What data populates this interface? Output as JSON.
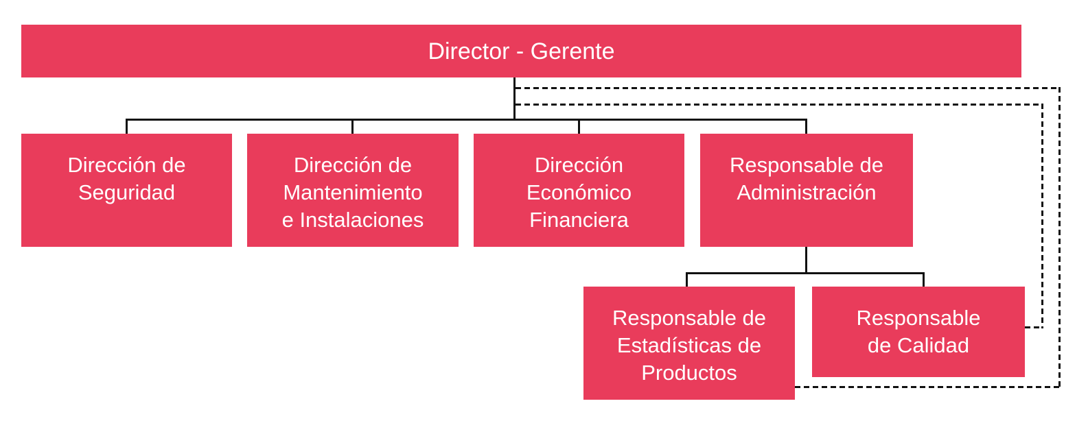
{
  "diagram": {
    "type": "organizational-chart",
    "colors": {
      "node_fill": "#E93C5B",
      "node_text": "#FFFFFF",
      "connector": "#111111",
      "background": "#FFFFFF"
    },
    "root": {
      "label": "Director - Gerente"
    },
    "level2": [
      {
        "label": "Dirección de Seguridad",
        "lines": [
          "Dirección de",
          "Seguridad"
        ],
        "reports_to": "Director - Gerente",
        "link_style": "solid"
      },
      {
        "label": "Dirección de Mantenimiento e Instalaciones",
        "lines": [
          "Dirección de",
          "Mantenimiento",
          "e Instalaciones"
        ],
        "reports_to": "Director - Gerente",
        "link_style": "solid"
      },
      {
        "label": "Dirección Económico Financiera",
        "lines": [
          "Dirección",
          "Económico",
          "Financiera"
        ],
        "reports_to": "Director - Gerente",
        "link_style": "solid"
      },
      {
        "label": "Responsable de Administración",
        "lines": [
          "Responsable de",
          "Administración"
        ],
        "reports_to": "Director - Gerente",
        "link_style": "solid"
      }
    ],
    "level3": [
      {
        "label": "Responsable de Estadísticas de Productos",
        "lines": [
          "Responsable de",
          "Estadísticas de",
          "Productos"
        ],
        "reports_to": "Responsable de Administración",
        "link_style": "solid",
        "secondary_link": {
          "to": "Director - Gerente",
          "style": "dashed"
        }
      },
      {
        "label": "Responsable de Calidad",
        "lines": [
          "Responsable",
          "de Calidad"
        ],
        "reports_to": "Responsable de Administración",
        "link_style": "solid",
        "secondary_link": {
          "to": "Director - Gerente",
          "style": "dashed"
        }
      }
    ]
  }
}
